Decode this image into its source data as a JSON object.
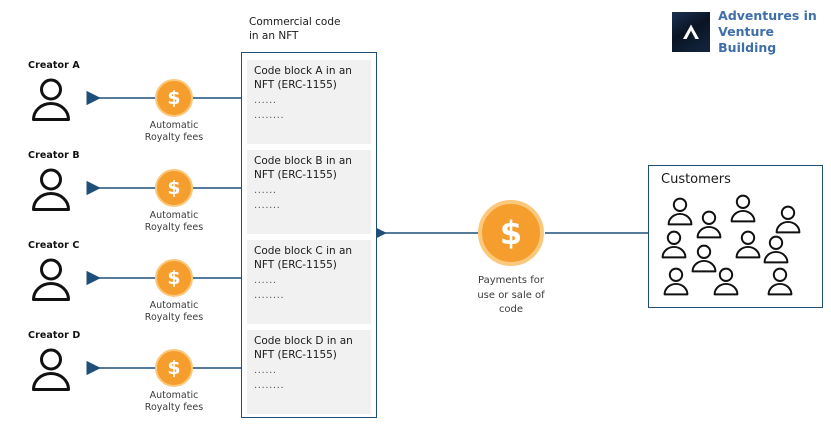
{
  "brand": {
    "logo_icon": "chevron-up-logo-mark",
    "name": "Adventures in\nVenture Building",
    "mark_color": "#0a1424",
    "text_color": "#3f6fa8"
  },
  "theme": {
    "coin_fill": "#F59E2E",
    "coin_ring": "#FBC87C",
    "line_color": "#1F4E79",
    "border_color": "#1F4E79",
    "code_block_bg": "#f1f1f1"
  },
  "nft_panel": {
    "title": "Commercial code\nin an NFT",
    "blocks": [
      {
        "title": "Code block A in an NFT (ERC-1155)",
        "dots1": "......",
        "dots2": "........"
      },
      {
        "title": "Code block B in an NFT (ERC-1155)",
        "dots1": "......",
        "dots2": "......."
      },
      {
        "title": "Code block C in an NFT (ERC-1155)",
        "dots1": "......",
        "dots2": "........"
      },
      {
        "title": "Code block D in an NFT (ERC-1155)",
        "dots1": "......",
        "dots2": "........"
      }
    ]
  },
  "creators": [
    {
      "name": "Creator A",
      "fee_label": "Automatic\nRoyalty fees",
      "coin_symbol": "$"
    },
    {
      "name": "Creator B",
      "fee_label": "Automatic\nRoyalty fees",
      "coin_symbol": "$"
    },
    {
      "name": "Creator C",
      "fee_label": "Automatic\nRoyalty fees",
      "coin_symbol": "$"
    },
    {
      "name": "Creator D",
      "fee_label": "Automatic\nRoyalty fees",
      "coin_symbol": "$"
    }
  ],
  "payments": {
    "coin_symbol": "$",
    "label": "Payments for\nuse or sale of\ncode"
  },
  "customers": {
    "title": "Customers",
    "icon_count": 11
  }
}
